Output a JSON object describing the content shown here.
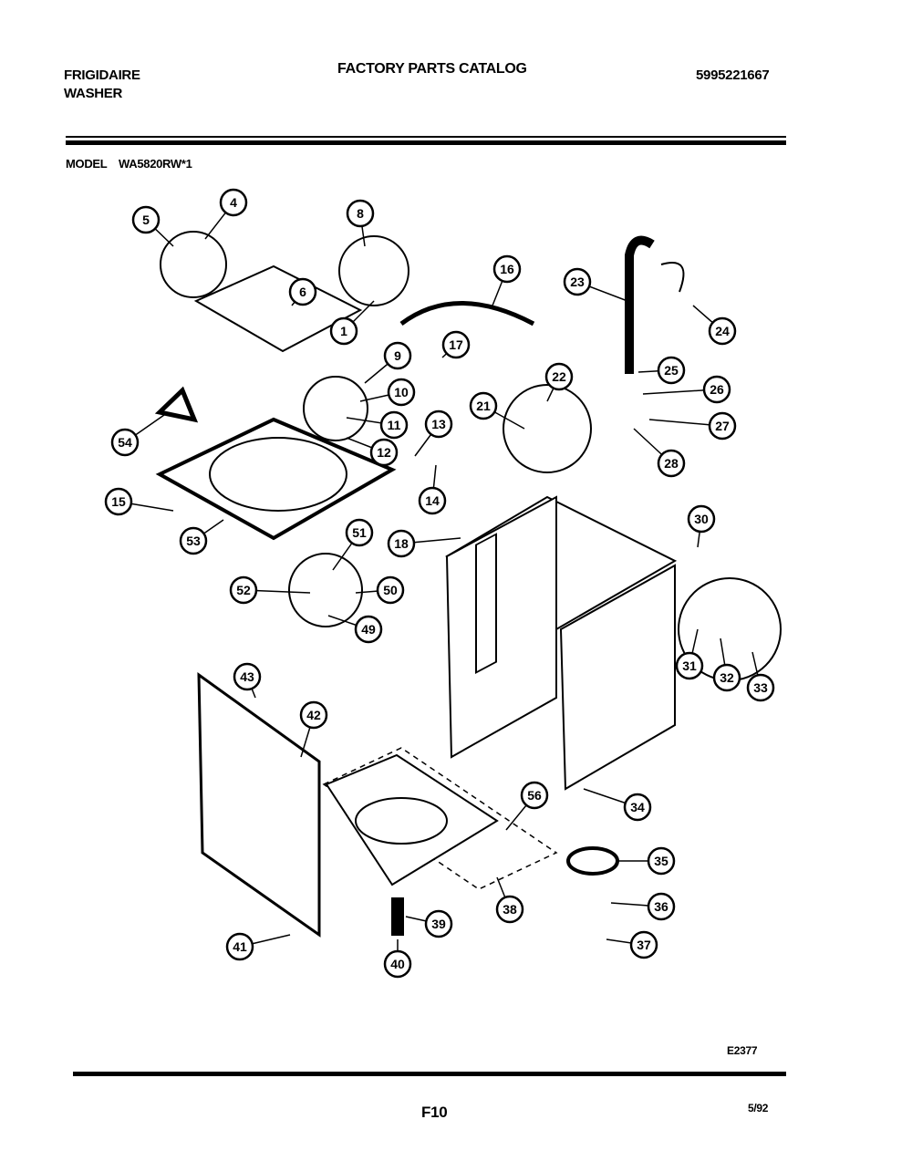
{
  "header": {
    "brand": "FRIGIDAIRE",
    "product": "WASHER",
    "title": "FACTORY PARTS CATALOG",
    "catalog_number": "5995221667",
    "model_label": "MODEL",
    "model_number": "WA5820RW*1"
  },
  "diagram": {
    "callouts": [
      "5",
      "4",
      "8",
      "6",
      "16",
      "23",
      "24",
      "1",
      "9",
      "17",
      "25",
      "10",
      "22",
      "26",
      "21",
      "11",
      "13",
      "27",
      "54",
      "12",
      "28",
      "14",
      "15",
      "18",
      "53",
      "51",
      "30",
      "52",
      "50",
      "49",
      "31",
      "32",
      "33",
      "43",
      "42",
      "56",
      "34",
      "35",
      "36",
      "38",
      "39",
      "41",
      "37",
      "40"
    ]
  },
  "footer": {
    "drawing_id": "E2377",
    "page": "F10",
    "date": "5/92"
  }
}
